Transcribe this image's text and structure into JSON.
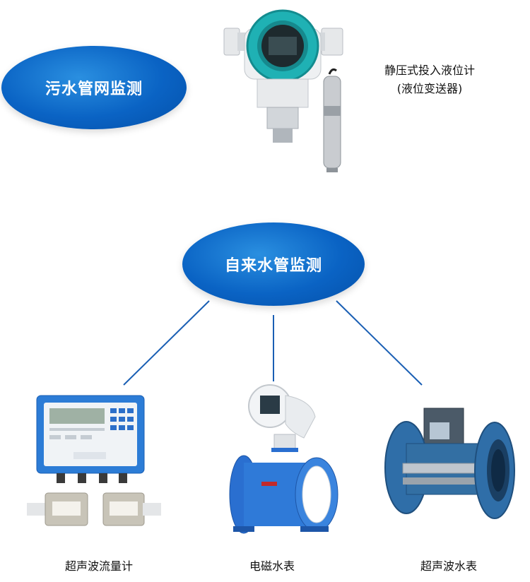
{
  "sewage": {
    "title": "污水管网监测",
    "device_name": "静压式投入液位计",
    "device_subtitle": "(液位变送器)"
  },
  "tap_water": {
    "title": "自来水管监测",
    "devices": [
      {
        "label": "超声波流量计"
      },
      {
        "label": "电磁水表"
      },
      {
        "label": "超声波水表"
      }
    ]
  },
  "colors": {
    "ellipse_blue": "#0a63c4",
    "connector_blue": "#1a5fb4",
    "device_blue": "#2a6fd0"
  }
}
